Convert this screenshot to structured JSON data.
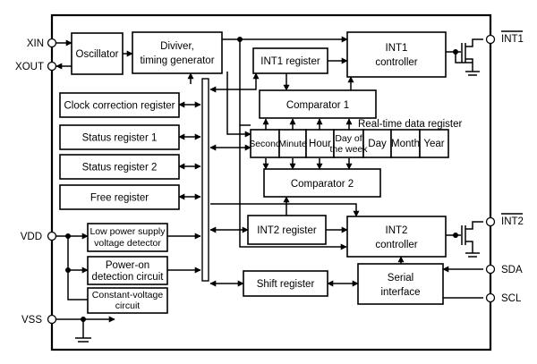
{
  "pins": {
    "xin": "XIN",
    "xout": "XOUT",
    "vdd": "VDD",
    "vss": "VSS",
    "int1": "INT1",
    "int2": "INT2",
    "sda": "SDA",
    "scl": "SCL"
  },
  "blocks": {
    "oscillator": "Oscillator",
    "divider_line1": "Diviver,",
    "divider_line2": "timing generator",
    "clock_correction": "Clock correction register",
    "status1": "Status register 1",
    "status2": "Status register 2",
    "free": "Free register",
    "low_power_line1": "Low power supply",
    "low_power_line2": "voltage detector",
    "power_on_line1": "Power-on",
    "power_on_line2": "detection circuit",
    "constant_voltage_line1": "Constant-voltage",
    "constant_voltage_line2": "circuit",
    "int1_register": "INT1 register",
    "int1_controller_line1": "INT1",
    "int1_controller_line2": "controller",
    "comparator1": "Comparator 1",
    "realtime_label": "Real-time data register",
    "comparator2": "Comparator 2",
    "int2_register": "INT2 register",
    "int2_controller_line1": "INT2",
    "int2_controller_line2": "controller",
    "shift_register": "Shift register",
    "serial_line1": "Serial",
    "serial_line2": "interface"
  },
  "realtime_cells": {
    "second": "Second",
    "minute": "Minute",
    "hour": "Hour",
    "dow_line1": "Day of",
    "dow_line2": "the week",
    "day": "Day",
    "month": "Month",
    "year": "Year"
  }
}
